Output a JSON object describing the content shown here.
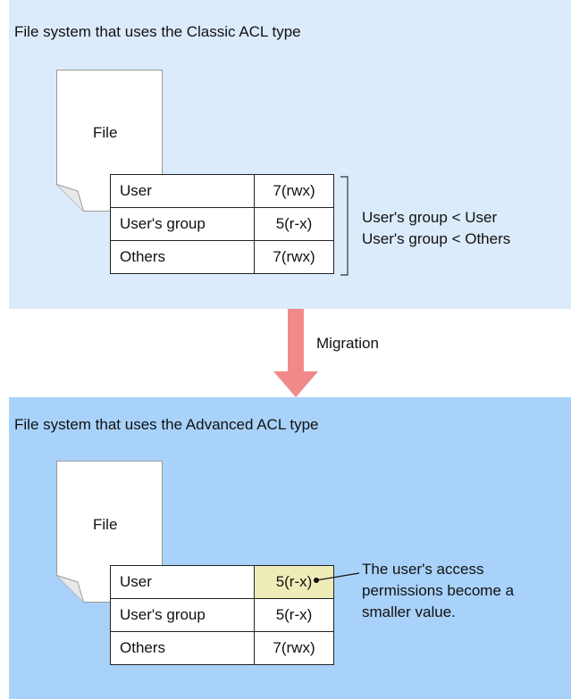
{
  "classic": {
    "title": "File system that uses the Classic ACL type",
    "file_label": "File",
    "rows": [
      {
        "name": "User",
        "value": "7(rwx)"
      },
      {
        "name": "User's group",
        "value": "5(r-x)"
      },
      {
        "name": "Others",
        "value": "7(rwx)"
      }
    ],
    "note_lines": [
      "User's group < User",
      "User's group < Others"
    ]
  },
  "migration": {
    "label": "Migration",
    "arrow_color": "#f08a8a"
  },
  "advanced": {
    "title": "File system that uses the Advanced ACL type",
    "file_label": "File",
    "rows": [
      {
        "name": "User",
        "value": "5(r-x)",
        "highlighted": true
      },
      {
        "name": "User's group",
        "value": "5(r-x)"
      },
      {
        "name": "Others",
        "value": "7(rwx)"
      }
    ],
    "note_lines": [
      "The user's access",
      "permissions become a",
      "smaller value."
    ],
    "highlight_color": "#efedb7"
  },
  "colors": {
    "classic_panel": "#dcebfb",
    "advanced_panel": "#a9d2fa"
  }
}
